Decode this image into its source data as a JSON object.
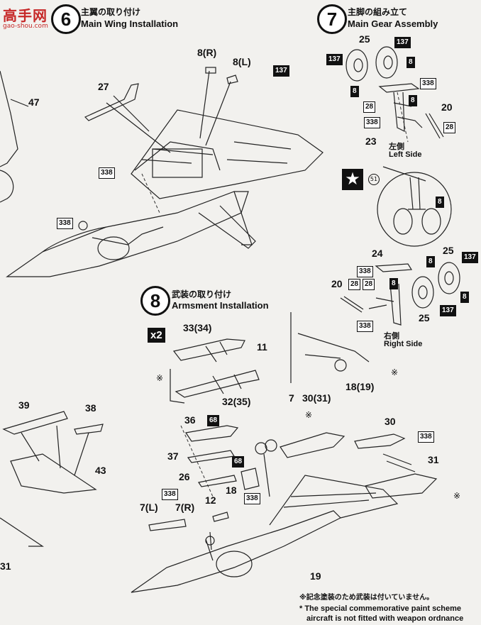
{
  "watermark": {
    "logo": "高手网",
    "url": "gao-shou.com"
  },
  "step6": {
    "number": "6",
    "title_jp": "主翼の取り付け",
    "title_en": "Main Wing Installation"
  },
  "step7": {
    "number": "7",
    "title_jp": "主脚の組み立て",
    "title_en": "Main Gear Assembly",
    "left_jp": "左側",
    "left_en": "Left Side",
    "right_jp": "右側",
    "right_en": "Right Side"
  },
  "step8": {
    "number": "8",
    "title_jp": "武装の取り付け",
    "title_en": "Armsment Installation",
    "multiplier": "x2"
  },
  "star_symbol": "★",
  "circled_51": "51",
  "parts": {
    "p8R": "8(R)",
    "p8L": "8(L)",
    "p27": "27",
    "p47": "47",
    "p25a": "25",
    "p25b": "25",
    "p25c": "25",
    "p20a": "20",
    "p20b": "20",
    "p23": "23",
    "p24": "24",
    "p33": "33(34)",
    "p11": "11",
    "p32": "32(35)",
    "p7": "7",
    "p30a": "30(31)",
    "p18a": "18(19)",
    "p39": "39",
    "p38": "38",
    "p43": "43",
    "p31left": "31",
    "p36": "36",
    "p37": "37",
    "p26": "26",
    "p18b": "18",
    "p12": "12",
    "p7L": "7(L)",
    "p7R": "7(R)",
    "p30b": "30",
    "p31b": "31",
    "p19": "19"
  },
  "badges": {
    "b137": "137",
    "b338": "338",
    "b8": "8",
    "b28": "28",
    "b68": "68"
  },
  "footnote": {
    "mark": "※",
    "jp": "※記念塗装のため武装は付いていません。",
    "en1": "* The special commemorative paint scheme",
    "en2": "aircraft is not fitted with weapon ordnance"
  }
}
